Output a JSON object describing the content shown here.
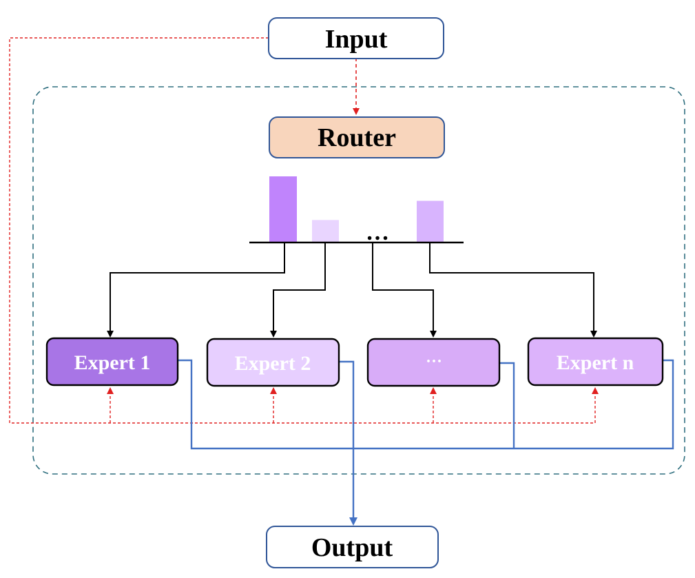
{
  "nodes": {
    "input": {
      "label": "Input"
    },
    "router": {
      "label": "Router"
    },
    "output": {
      "label": "Output"
    }
  },
  "experts": [
    {
      "label": "Expert 1",
      "fill": "#a875e6",
      "text_color": "#ffffff"
    },
    {
      "label": "Expert 2",
      "fill": "#e7cfff",
      "text_color": "#ffffff"
    },
    {
      "label": "···",
      "fill": "#d8acf8",
      "text_color": "#ffffff"
    },
    {
      "label": "Expert n",
      "fill": "#dcb3fb",
      "text_color": "#ffffff"
    }
  ],
  "router_weights": {
    "bars": [
      {
        "expert": "Expert 1",
        "weight": 1.0,
        "color": "#c084fc"
      },
      {
        "expert": "Expert 2",
        "weight": 0.34,
        "color": "#e9d5ff"
      },
      {
        "expert": "Expert n",
        "weight": 0.63,
        "color": "#d8b4fe"
      }
    ],
    "ellipsis": "…"
  },
  "colors": {
    "node_border": "#2f5597",
    "router_fill": "#f8d5bc",
    "input_flow": "#e02020",
    "routing_edge": "#000000",
    "output_flow": "#4472c4",
    "moe_boundary": "#2e6e7e"
  }
}
